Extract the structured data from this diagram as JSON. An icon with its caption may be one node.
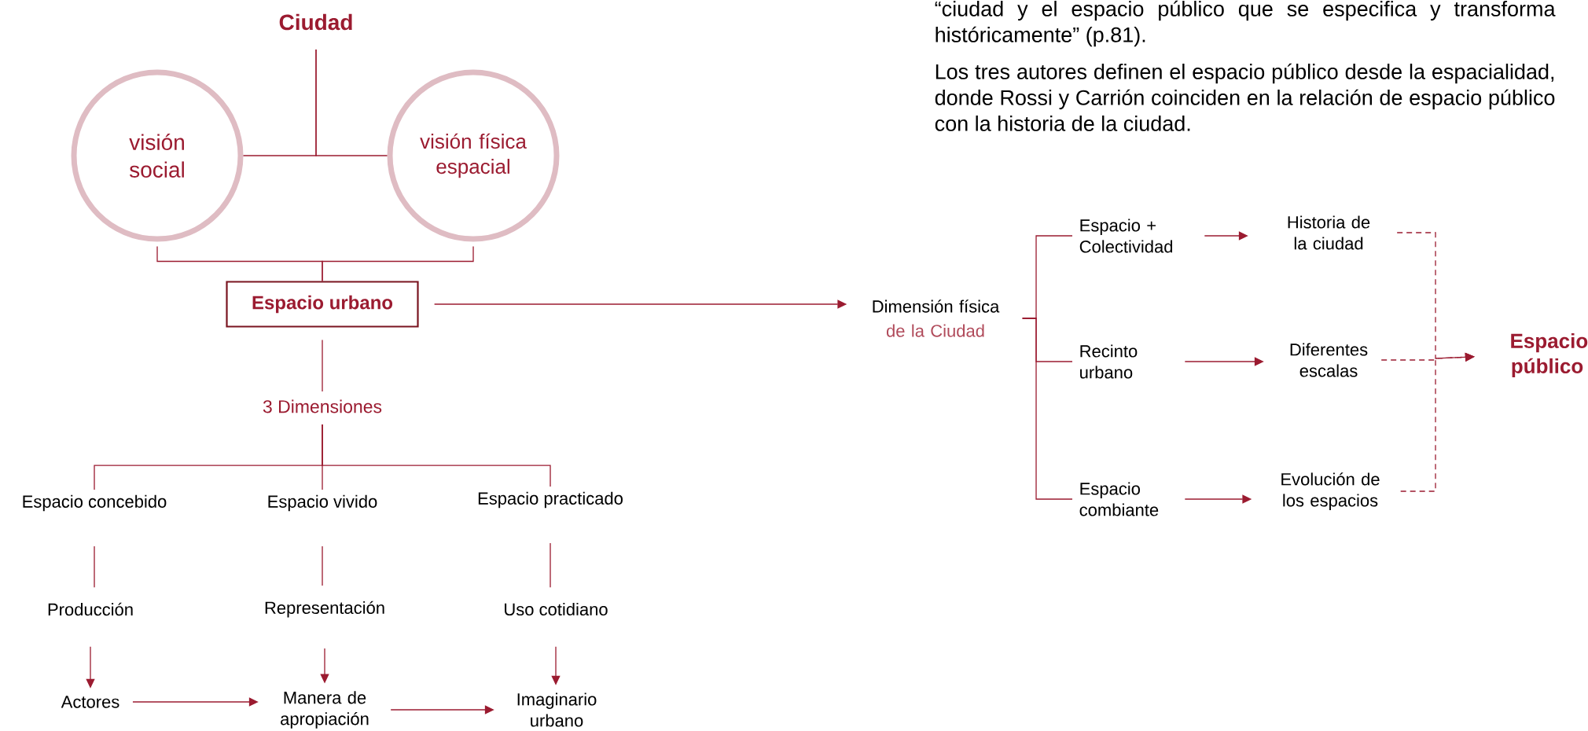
{
  "diagram": {
    "nodes": [
      {
        "text": [
          "Ciudad"
        ]
      },
      {
        "text": [
          "visión social"
        ]
      },
      {
        "text": [
          "visión física espacial"
        ]
      },
      {
        "text": [
          "Espacio urbano"
        ]
      },
      {
        "text": [
          "3 Dimensiones"
        ]
      },
      {
        "text": [
          "Espacio concebido"
        ]
      },
      {
        "text": [
          "Espacio vivido"
        ]
      },
      {
        "text": [
          "Espacio practicado"
        ]
      },
      {
        "text": [
          "Producción"
        ]
      },
      {
        "text": [
          "Representación"
        ]
      },
      {
        "text": [
          "Uso cotidiano"
        ]
      },
      {
        "text": [
          "Actores"
        ]
      },
      {
        "text": [
          "Manera de apropiación"
        ]
      },
      {
        "text": [
          "Imaginario urbano"
        ]
      },
      {
        "text": [
          "Dimensión física",
          "de la Ciudad"
        ]
      },
      {
        "text": [
          "Espacio + Colectividad"
        ]
      },
      {
        "text": [
          "Recinto urbano"
        ]
      },
      {
        "text": [
          "Espacio combiante"
        ]
      },
      {
        "text": [
          "Historia de la ciudad"
        ]
      },
      {
        "text": [
          "Diferentes escalas"
        ]
      },
      {
        "text": [
          "Evolución de los espacios"
        ]
      },
      {
        "text": [
          "Espacio público"
        ]
      }
    ],
    "edges": [
      {
        "from": 0,
        "to": 1,
        "arrow": "none"
      },
      {
        "from": 0,
        "to": 2,
        "arrow": "none"
      },
      {
        "from": 1,
        "to": 3,
        "arrow": "none"
      },
      {
        "from": 2,
        "to": 3,
        "arrow": "none"
      },
      {
        "from": 3,
        "to": 14,
        "arrow": "to"
      },
      {
        "from": 3,
        "to": 4,
        "arrow": "none"
      },
      {
        "from": 4,
        "to": 5,
        "arrow": "none"
      },
      {
        "from": 4,
        "to": 6,
        "arrow": "none"
      },
      {
        "from": 4,
        "to": 7,
        "arrow": "none"
      },
      {
        "from": 5,
        "to": 8,
        "arrow": "none"
      },
      {
        "from": 6,
        "to": 9,
        "arrow": "none"
      },
      {
        "from": 7,
        "to": 10,
        "arrow": "none"
      },
      {
        "from": 8,
        "to": 11,
        "arrow": "to"
      },
      {
        "from": 9,
        "to": 12,
        "arrow": "to"
      },
      {
        "from": 10,
        "to": 13,
        "arrow": "to"
      },
      {
        "from": 11,
        "to": 12,
        "arrow": "to"
      },
      {
        "from": 12,
        "to": 13,
        "arrow": "to"
      },
      {
        "from": 14,
        "to": 15,
        "arrow": "none"
      },
      {
        "from": 14,
        "to": 16,
        "arrow": "none"
      },
      {
        "from": 14,
        "to": 17,
        "arrow": "none"
      },
      {
        "from": 15,
        "to": 18,
        "arrow": "to"
      },
      {
        "from": 16,
        "to": 19,
        "arrow": "to"
      },
      {
        "from": 17,
        "to": 20,
        "arrow": "to"
      },
      {
        "from": 18,
        "to": 21,
        "arrow": "to",
        "style": "dashed"
      },
      {
        "from": 19,
        "to": 21,
        "arrow": "to",
        "style": "dashed"
      },
      {
        "from": 20,
        "to": 21,
        "arrow": "to",
        "style": "dashed"
      }
    ],
    "labels": [
      "“ciudad y el espacio público que se especifica y transforma históricamente” (p.81).",
      "Los tres autores definen el espacio público desde la espacialidad, donde Rossi y Carrión coinciden en la relación de espacio público con la historia de la ciudad."
    ]
  }
}
